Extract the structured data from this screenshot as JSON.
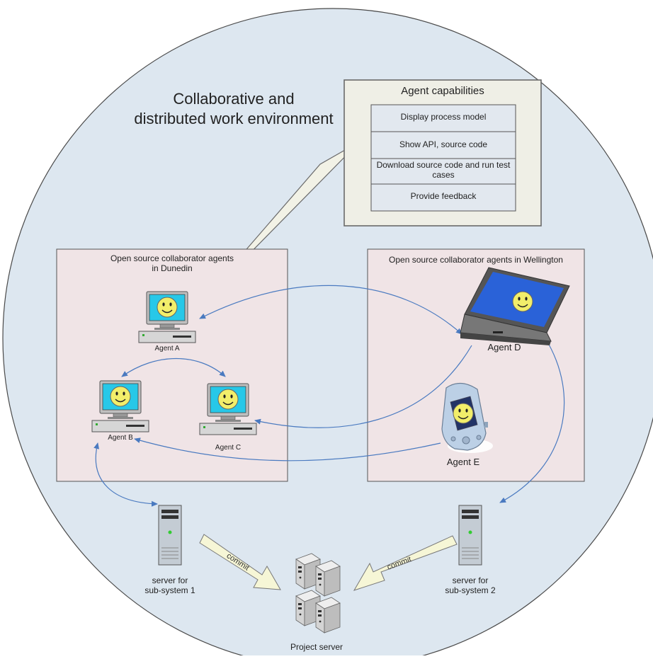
{
  "title_line1": "Collaborative and",
  "title_line2": "distributed work environment",
  "capabilities": {
    "title": "Agent capabilities",
    "items": [
      "Display process model",
      "Show API, source code",
      "Download source code and run test cases",
      "Provide feedback"
    ]
  },
  "groups": {
    "dunedin": "Open source collaborator agents in Dunedin",
    "wellington": "Open source collaborator agents in Wellington"
  },
  "agents": {
    "a": "Agent A",
    "b": "Agent B",
    "c": "Agent C",
    "d": "Agent D",
    "e": "Agent E"
  },
  "servers": {
    "sub1_line1": "server for",
    "sub1_line2": "sub-system 1",
    "sub2_line1": "server for",
    "sub2_line2": "sub-system 2",
    "project": "Project server"
  },
  "commit_label": "commit",
  "colors": {
    "circle_fill": "#dde7f0",
    "panel_fill": "#f0e4e6",
    "connector": "#4a7ac0",
    "screen": "#27c8e8",
    "laptop_screen": "#2a62d8",
    "smiley": "#f2ee6a"
  },
  "icons": [
    "monitor-agent-icon",
    "laptop-icon",
    "pda-icon",
    "tower-server-icon",
    "server-cluster-icon"
  ]
}
